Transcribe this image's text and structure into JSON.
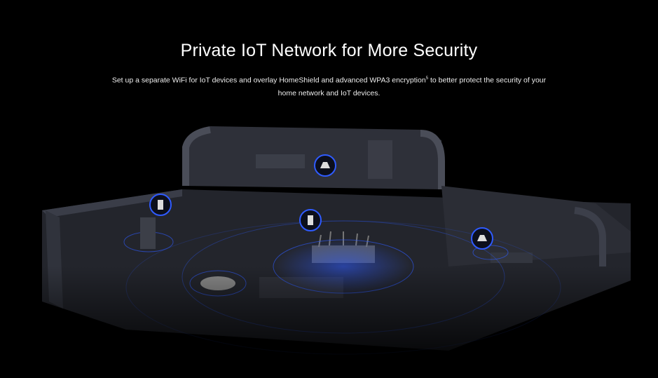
{
  "header": {
    "title": "Private IoT Network for More Security",
    "description_part1": "Set up a separate WiFi for IoT devices and overlay HomeShield and advanced WPA3 encryption",
    "footnote": "5",
    "description_part2": " to better protect the security of your home network and IoT devices."
  },
  "colors": {
    "background": "#000000",
    "wifi_ring": "#2f5bff",
    "house": "#2a2d36"
  },
  "illustration": {
    "icons": [
      "router-icon",
      "smart-lamp-icon",
      "smart-plug-icon",
      "speaker-icon",
      "robot-vacuum-icon",
      "smart-light-icon"
    ]
  }
}
